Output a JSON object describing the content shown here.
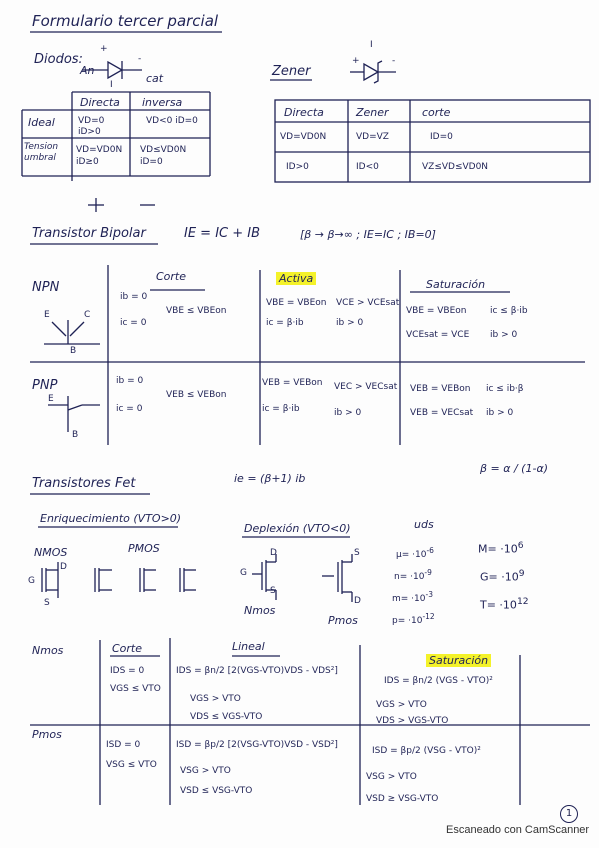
{
  "title": "Formulario tercer parcial",
  "diodes": {
    "heading": "Diodos:",
    "anode": "An",
    "cathode": "cat",
    "plus": "+",
    "minus": "-",
    "current": "I",
    "col_directa": "Directa",
    "col_inversa": "inversa",
    "row_ideal": "Ideal",
    "row_tension": "Tension umbral",
    "ideal_directa": "VD=0 iD>0",
    "ideal_inversa": "VD<0 iD=0",
    "tension_directa": "VD=VD0N iD≥0",
    "tension_inversa": "VD≤VD0N iD=0"
  },
  "zener": {
    "heading": "Zener",
    "col_directa": "Directa",
    "col_zener": "Zener",
    "col_corte": "corte",
    "r1_directa": "VD=VD0N",
    "r1_zener": "VD=VZ",
    "r1_corte": "ID=0",
    "r2_directa": "ID>0",
    "r2_zener": "ID<0",
    "r2_corte": "VZ≤VD≤VD0N"
  },
  "bipolar": {
    "heading": "Transistor Bipolar",
    "formula": "IE = IC + IB",
    "note": "[β → β→∞ ; IE=IC ; IB=0]",
    "col_corte": "Corte",
    "col_activa": "Activa",
    "col_saturacion": "Saturación",
    "npn_label": "NPN",
    "pnp_label": "PNP",
    "npn_corte_1": "ib = 0",
    "npn_corte_2": "ic = 0",
    "npn_corte_3": "VBE ≤ VBEon",
    "npn_activa_1": "VBE = VBEon",
    "npn_activa_2": "ic = β·ib",
    "npn_activa_3": "VCE > VCEsat",
    "npn_activa_4": "ib > 0",
    "npn_sat_1": "VBE = VBEon",
    "npn_sat_2": "VCEsat = VCE",
    "npn_sat_3": "ic ≤ β·ib",
    "npn_sat_4": "ib > 0",
    "pnp_corte_1": "ib = 0",
    "pnp_corte_2": "ic = 0",
    "pnp_corte_3": "VEB ≤ VEBon",
    "pnp_activa_1": "VEB = VEBon",
    "pnp_activa_2": "ic = β·ib",
    "pnp_activa_3": "VEC > VECsat",
    "pnp_activa_4": "ib > 0",
    "pnp_sat_1": "VEB = VEBon",
    "pnp_sat_2": "VEB = VECsat",
    "pnp_sat_3": "ic ≤ ib·β",
    "pnp_sat_4": "ib > 0",
    "ie_formula": "ie = (β+1) ib",
    "beta_formula": "β = α / (1-α)",
    "label_e": "E",
    "label_c": "C",
    "label_b": "B"
  },
  "fet": {
    "heading": "Transistores Fet",
    "enriq": "Enriquecimiento (VTO>0)",
    "deplex": "Deplexión (VTO<0)",
    "nmos": "NMOS",
    "pmos": "PMOS",
    "label_g": "G",
    "label_d": "D",
    "label_s": "S",
    "nmos_small": "Nmos",
    "pmos_small": "Pmos",
    "uds": "uds",
    "mu": "μ= ·10",
    "mu_exp": "-6",
    "n": "n= ·10",
    "n_exp": "-9",
    "m": "m= ·10",
    "m_exp": "-3",
    "p": "p= ·10",
    "p_exp": "-12",
    "M": "M= ·10",
    "M_exp": "6",
    "G": "G= ·10",
    "G_exp": "9",
    "T": "T= ·10",
    "T_exp": "12"
  },
  "mos_table": {
    "nmos_label": "Nmos",
    "pmos_label": "Pmos",
    "col_corte": "Corte",
    "col_lineal": "Lineal",
    "col_sat": "Saturación",
    "n_corte_1": "IDS = 0",
    "n_corte_2": "VGS ≤ VTO",
    "n_lin_1": "IDS = βn/2 [2(VGS-VTO)VDS - VDS²]",
    "n_lin_2": "VGS > VTO",
    "n_lin_3": "VDS ≤ VGS-VTO",
    "n_sat_1": "IDS = βn/2 (VGS - VTO)²",
    "n_sat_2": "VGS > VTO",
    "n_sat_3": "VDS > VGS-VTO",
    "p_corte_1": "ISD = 0",
    "p_corte_2": "VSG ≤ VTO",
    "p_lin_1": "ISD = βp/2 [2(VSG-VTO)VSD - VSD²]",
    "p_lin_2": "VSG > VTO",
    "p_lin_3": "VSD ≤ VSG-VTO",
    "p_sat_1": "ISD = βp/2 (VSG - VTO)²",
    "p_sat_2": "VSG > VTO",
    "p_sat_3": "VSD ≥ VSG-VTO"
  },
  "footer": "Escaneado con CamScanner",
  "page_number": "1",
  "colors": {
    "ink": "#1f2255",
    "highlight": "#f4f22a"
  }
}
